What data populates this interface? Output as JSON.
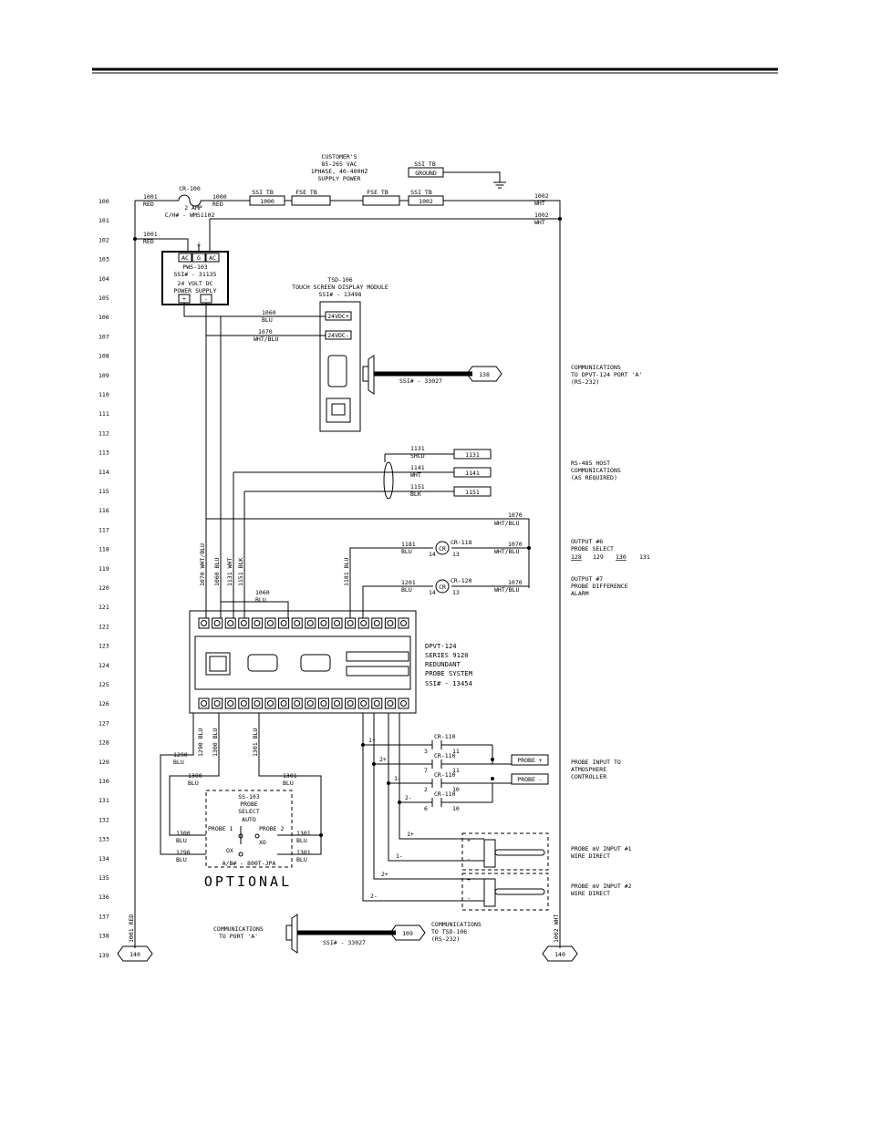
{
  "rungs": [
    "100",
    "101",
    "102",
    "103",
    "104",
    "105",
    "106",
    "107",
    "108",
    "109",
    "110",
    "111",
    "112",
    "113",
    "114",
    "115",
    "116",
    "117",
    "118",
    "119",
    "120",
    "121",
    "122",
    "123",
    "124",
    "125",
    "126",
    "127",
    "128",
    "129",
    "130",
    "131",
    "132",
    "133",
    "134",
    "135",
    "136",
    "137",
    "138",
    "139"
  ],
  "supply": {
    "l1": "CUSTOMER'S",
    "l2": "85-265 VAC",
    "l3": "1PHASE, 40-400HZ",
    "l4": "SUPPLY POWER"
  },
  "ground_tb": {
    "tag": "SSI TB",
    "label": "GROUND"
  },
  "fuse": {
    "l1": "CR-100",
    "l2": "2 AMP",
    "l3": "C/H# - WMS1102"
  },
  "tb_labels": {
    "ssi": "SSI TB",
    "fse": "FSE TB",
    "t1000": "1000",
    "t1002": "1002"
  },
  "wires": {
    "w1001": "1001",
    "red": "RED",
    "w1000": "1000",
    "w1002": "1002",
    "wht": "WHT",
    "w1060": "1060",
    "blu": "BLU",
    "w1070": "1070",
    "whtblu": "WHT/BLU",
    "w1131": "1131",
    "shld": "SHLD",
    "w1141": "1141",
    "w1151": "1151",
    "blk": "BLK",
    "w1181": "1181",
    "w1201": "1201",
    "w1290": "1290",
    "w1300": "1300",
    "w1301": "1301"
  },
  "psu": {
    "terms": [
      "AC",
      "G",
      "AC"
    ],
    "l1": "PWS-103",
    "l2": "SSI# - 31135",
    "l3": "24 VOLT DC",
    "l4": "POWER SUPPLY",
    "plus": "+",
    "minus": "-",
    "gnd": "⏚"
  },
  "tsd": {
    "l1": "TSD-106",
    "l2": "TOUCH SCREEN DISPLAY MODULE",
    "l3": "SSI# - 13498",
    "p1": "24VDC+",
    "p2": "24VDC-"
  },
  "cable": {
    "top": "SSI# - 33027",
    "bottom": "SSI# - 33027"
  },
  "refs": {
    "r138": "138",
    "r109": "109",
    "r140": "140"
  },
  "notes": {
    "comm1": [
      "COMMUNICATIONS",
      "TO DPVT-124 PORT 'A'",
      "(RS-232)"
    ],
    "rs485": [
      "RS-485 HOST",
      "COMMUNICATIONS",
      "(AS REQUIRED)"
    ],
    "out6": [
      "OUTPUT #6",
      "PROBE SELECT"
    ],
    "out6refs": [
      "128",
      "129",
      "130",
      "131"
    ],
    "out7": [
      "OUTPUT #7",
      "PROBE DIFFERENCE",
      "ALARM"
    ],
    "probein": [
      "PROBE INPUT TO",
      "ATMOSPHERE",
      "CONTROLLER"
    ],
    "mv1": [
      "PROBE mV INPUT #1",
      "WIRE DIRECT"
    ],
    "mv2": [
      "PROBE mV INPUT #2",
      "WIRE DIRECT"
    ],
    "comm2": [
      "COMMUNICATIONS",
      "TO PORT 'A'"
    ],
    "comm3": [
      "COMMUNICATIONS",
      "TO TSD-106",
      "(RS-232)"
    ]
  },
  "relays": {
    "cr118": "CR-118",
    "cr120": "CR-120",
    "cr110": "CR-110",
    "cr": "CR",
    "p14": "14",
    "p13": "13"
  },
  "controller": {
    "l1": "DPVT-124",
    "l2": "SERIES 9120",
    "l3": "REDUNDANT",
    "l4": "PROBE SYSTEM",
    "l5": "SSI# - 13454"
  },
  "contacts": [
    {
      "pin": "1+",
      "a": "3",
      "b": "11"
    },
    {
      "pin": "2+",
      "a": "7",
      "b": "11"
    },
    {
      "pin": "1-",
      "a": "2",
      "b": "10"
    },
    {
      "pin": "2-",
      "a": "6",
      "b": "10"
    }
  ],
  "probe_tb": {
    "plus": "PROBE +",
    "minus": "PROBE -"
  },
  "probe_wires": {
    "p1p": "1+",
    "p1m": "1-",
    "p2p": "2+",
    "p2m": "2-"
  },
  "switch": {
    "l1": "SS-103",
    "l2": "PROBE",
    "l3": "SELECT",
    "l4": "AUTO",
    "left": "PROBE 1",
    "right": "PROBE 2",
    "ox": "OX",
    "xo": "XO",
    "l5": "A/B# - 800T-JPA"
  },
  "optional": "OPTIONAL",
  "side_labels": {
    "left": "1001 RED",
    "right": "1002 WHT"
  },
  "vert_labels": [
    "1070 WHT/BLU",
    "1060 BLU",
    "1131 WHT",
    "1151 BLK"
  ],
  "vert_1181": "1181 BLU",
  "vert_bottom": [
    "1290 BLU",
    "1300 BLU",
    "1301 BLU"
  ]
}
